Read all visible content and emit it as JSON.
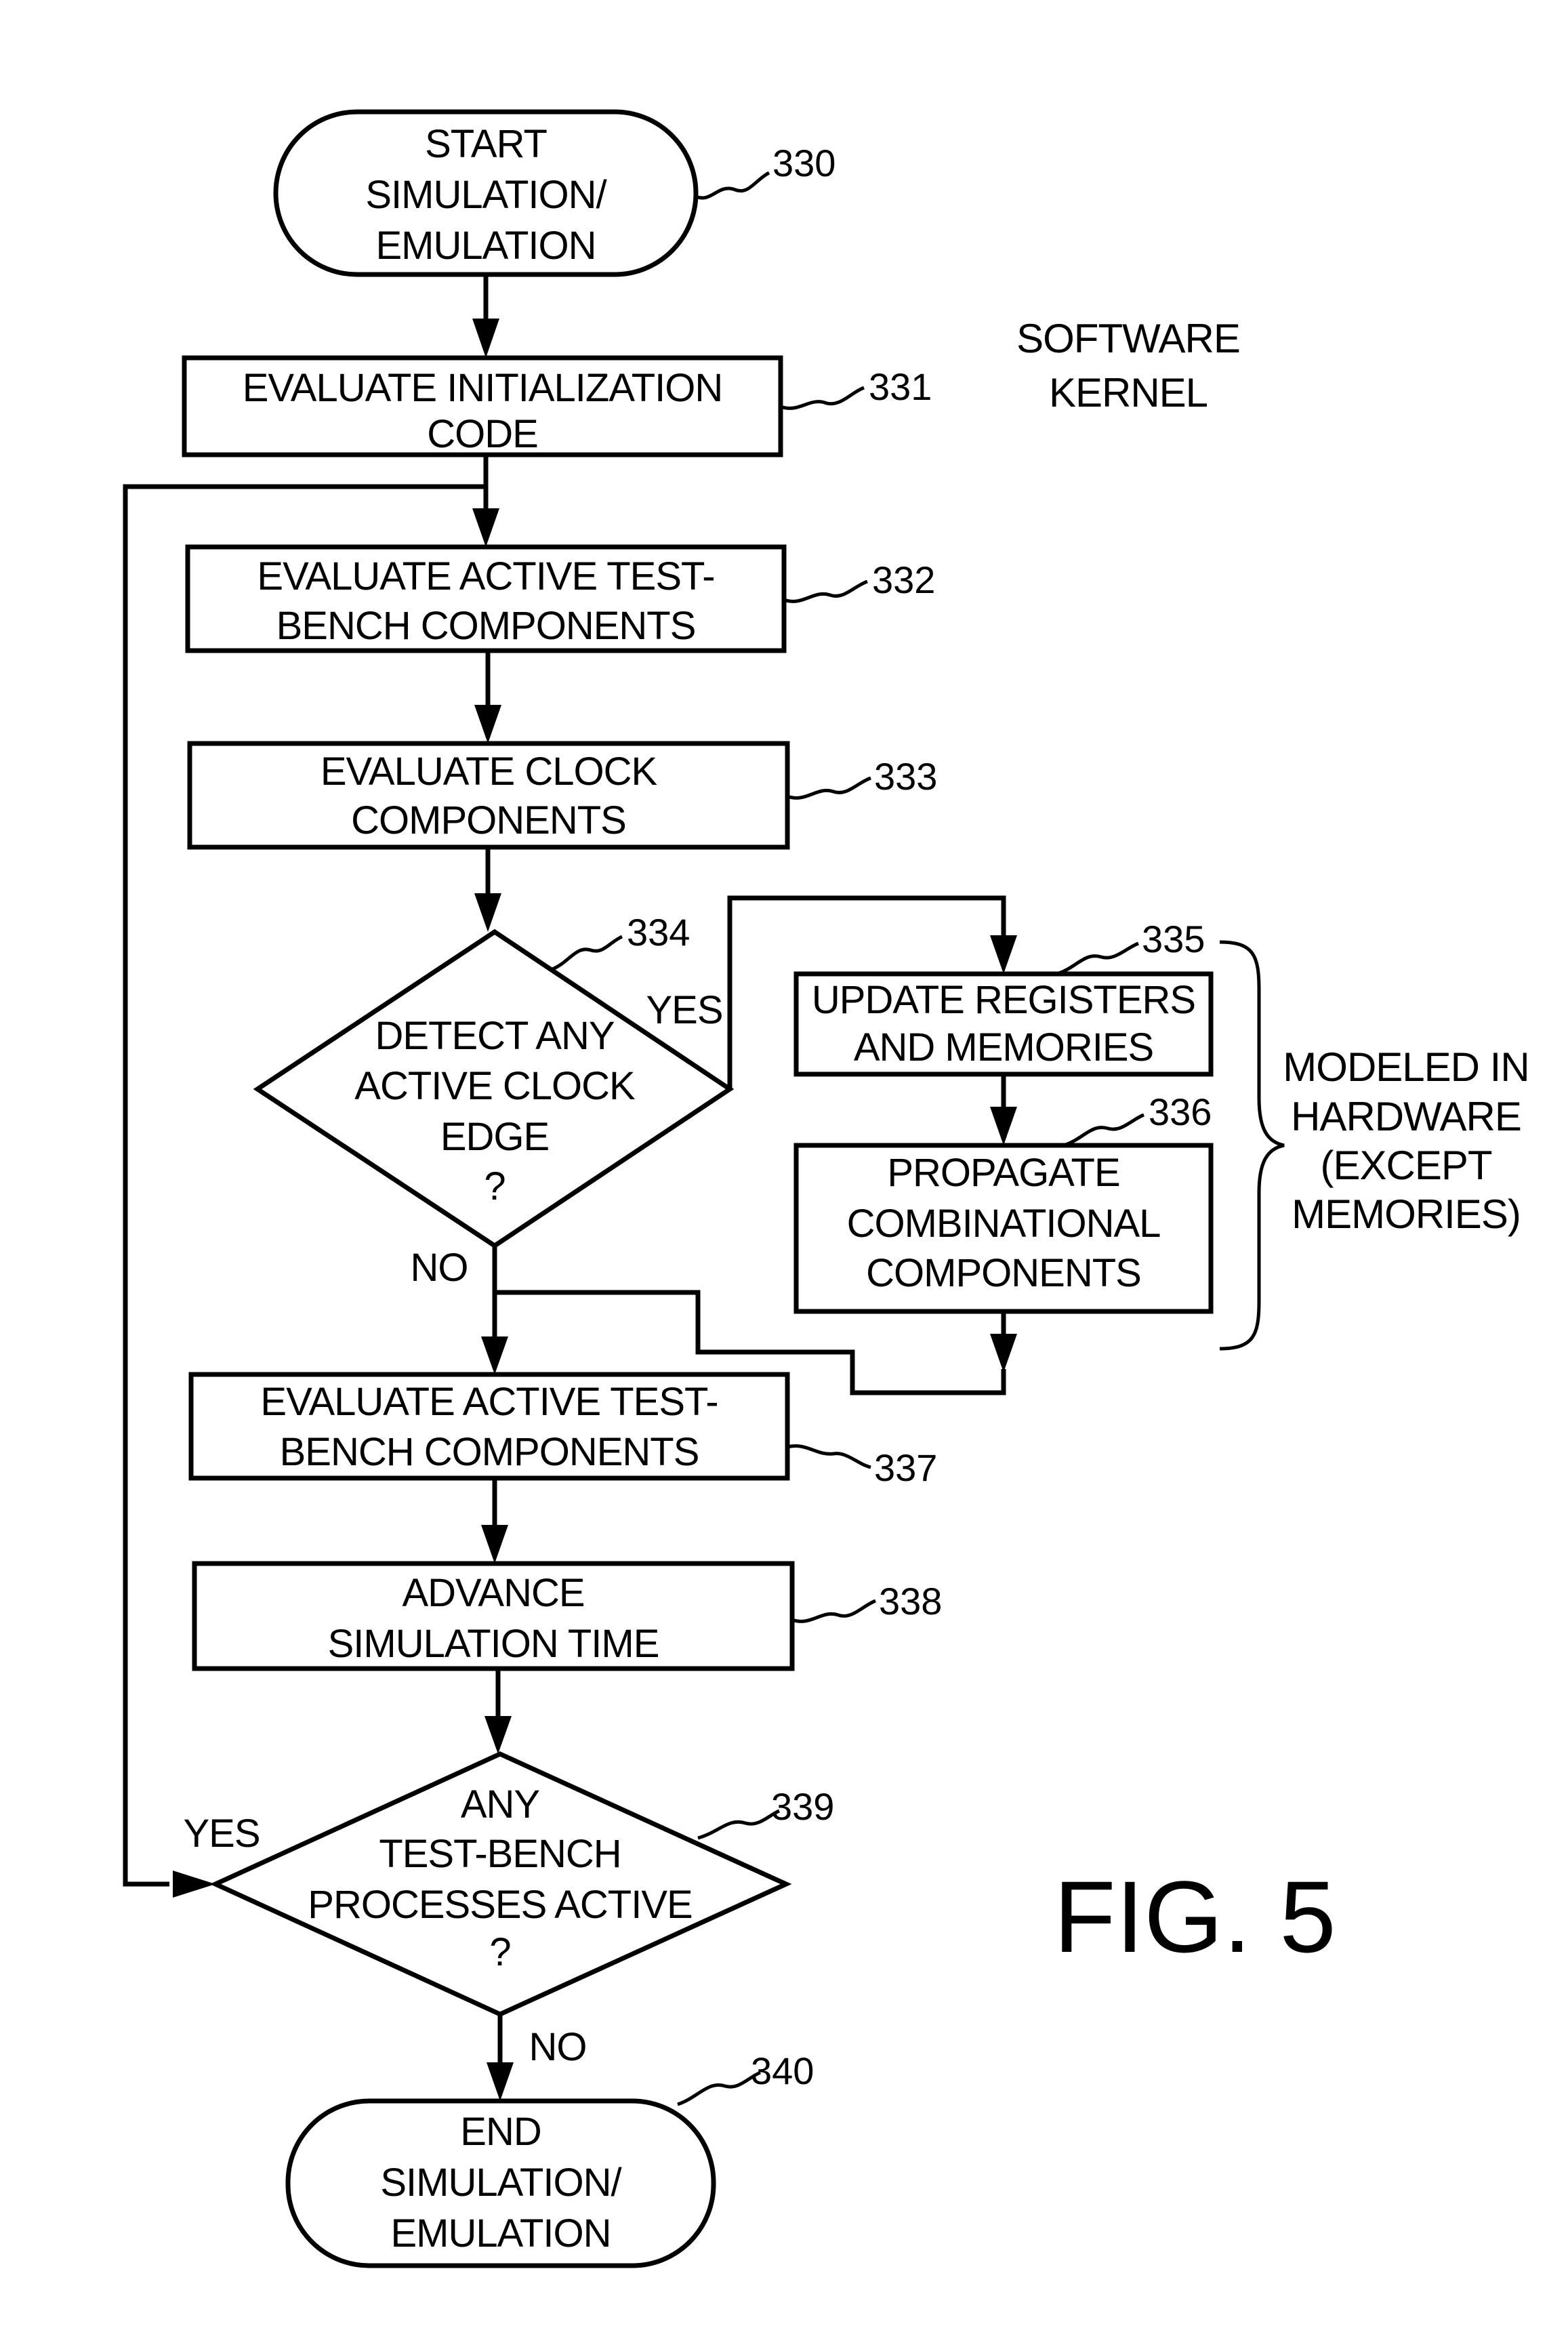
{
  "nodes": {
    "n330": {
      "lines": [
        "START",
        "SIMULATION/",
        "EMULATION"
      ],
      "ref": "330"
    },
    "n331": {
      "lines": [
        "EVALUATE INITIALIZATION",
        "CODE"
      ],
      "ref": "331"
    },
    "n332": {
      "lines": [
        "EVALUATE ACTIVE TEST-",
        "BENCH COMPONENTS"
      ],
      "ref": "332"
    },
    "n333": {
      "lines": [
        "EVALUATE CLOCK",
        "COMPONENTS"
      ],
      "ref": "333"
    },
    "n334": {
      "lines": [
        "DETECT ANY",
        "ACTIVE CLOCK",
        "EDGE",
        "?"
      ],
      "ref": "334"
    },
    "n335": {
      "lines": [
        "UPDATE REGISTERS",
        "AND MEMORIES"
      ],
      "ref": "335"
    },
    "n336": {
      "lines": [
        "PROPAGATE",
        "COMBINATIONAL",
        "COMPONENTS"
      ],
      "ref": "336"
    },
    "n337": {
      "lines": [
        "EVALUATE ACTIVE TEST-",
        "BENCH COMPONENTS"
      ],
      "ref": "337"
    },
    "n338": {
      "lines": [
        "ADVANCE",
        "SIMULATION TIME"
      ],
      "ref": "338"
    },
    "n339": {
      "lines": [
        "ANY",
        "TEST-BENCH",
        "PROCESSES ACTIVE",
        "?"
      ],
      "ref": "339"
    },
    "n340": {
      "lines": [
        "END",
        "SIMULATION/",
        "EMULATION"
      ],
      "ref": "340"
    }
  },
  "edge_labels": {
    "yes_334": "YES",
    "no_334": "NO",
    "yes_339": "YES",
    "no_339": "NO"
  },
  "software_kernel": [
    "SOFTWARE",
    "KERNEL"
  ],
  "modeled_in_hardware": [
    "MODELED IN",
    "HARDWARE",
    "(EXCEPT",
    "MEMORIES)"
  ],
  "figure_label": "FIG. 5"
}
